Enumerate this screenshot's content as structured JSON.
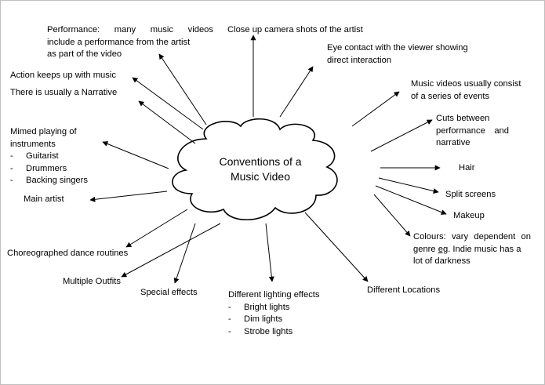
{
  "center": {
    "line1": "Conventions of a",
    "line2": "Music Video"
  },
  "nodes": {
    "performance": [
      "Performance: many music videos",
      "include a performance from the artist",
      "as part of the video"
    ],
    "closeup": "Close up camera shots of the artist",
    "eye_contact": [
      "Eye contact with the viewer showing",
      "direct interaction"
    ],
    "action": "Action keeps up with music",
    "narrative": "There is usually a Narrative",
    "series": [
      "Music videos usually consist",
      "of a series of events"
    ],
    "mimed": {
      "lines": [
        "Mimed playing of",
        "instruments"
      ],
      "bullets": [
        "Guitarist",
        "Drummers",
        "Backing singers"
      ]
    },
    "cuts": [
      "Cuts between",
      "performance and",
      "narrative"
    ],
    "hair": "Hair",
    "split": "Split screens",
    "makeup": "Makeup",
    "main_artist": "Main artist",
    "colours": {
      "line1": "Colours: vary dependent on",
      "line2_a": "genre ",
      "line2_eg": "eg",
      "line2_b": ". Indie music has a",
      "line3": "lot of darkness"
    },
    "choreo": "Choreographed dance routines",
    "outfits": "Multiple Outfits",
    "special": "Special effects",
    "lighting": {
      "title": "Different lighting effects",
      "bullets": [
        "Bright lights",
        "Dim lights",
        "Strobe lights"
      ]
    },
    "locations": "Different Locations"
  },
  "bullet_marker": "-"
}
